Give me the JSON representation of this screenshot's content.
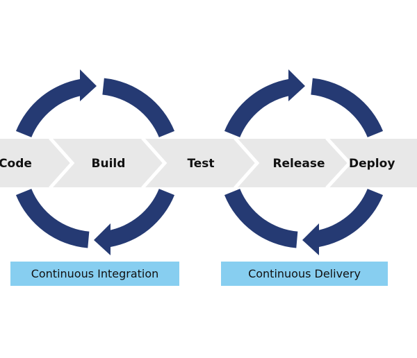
{
  "colors": {
    "arrow": "#253a73",
    "band": "#e8e8e8",
    "separator": "#ffffff",
    "phase_label_bg": "#87cef0",
    "text": "#111111"
  },
  "pipeline": {
    "stages": [
      {
        "label": "Code"
      },
      {
        "label": "Build"
      },
      {
        "label": "Test"
      },
      {
        "label": "Release"
      },
      {
        "label": "Deploy"
      }
    ]
  },
  "cycles": [
    {
      "name": "continuous-integration",
      "label": "Continuous Integration",
      "icon": "cycle-arrows-icon"
    },
    {
      "name": "continuous-delivery",
      "label": "Continuous Delivery",
      "icon": "cycle-arrows-icon"
    }
  ]
}
